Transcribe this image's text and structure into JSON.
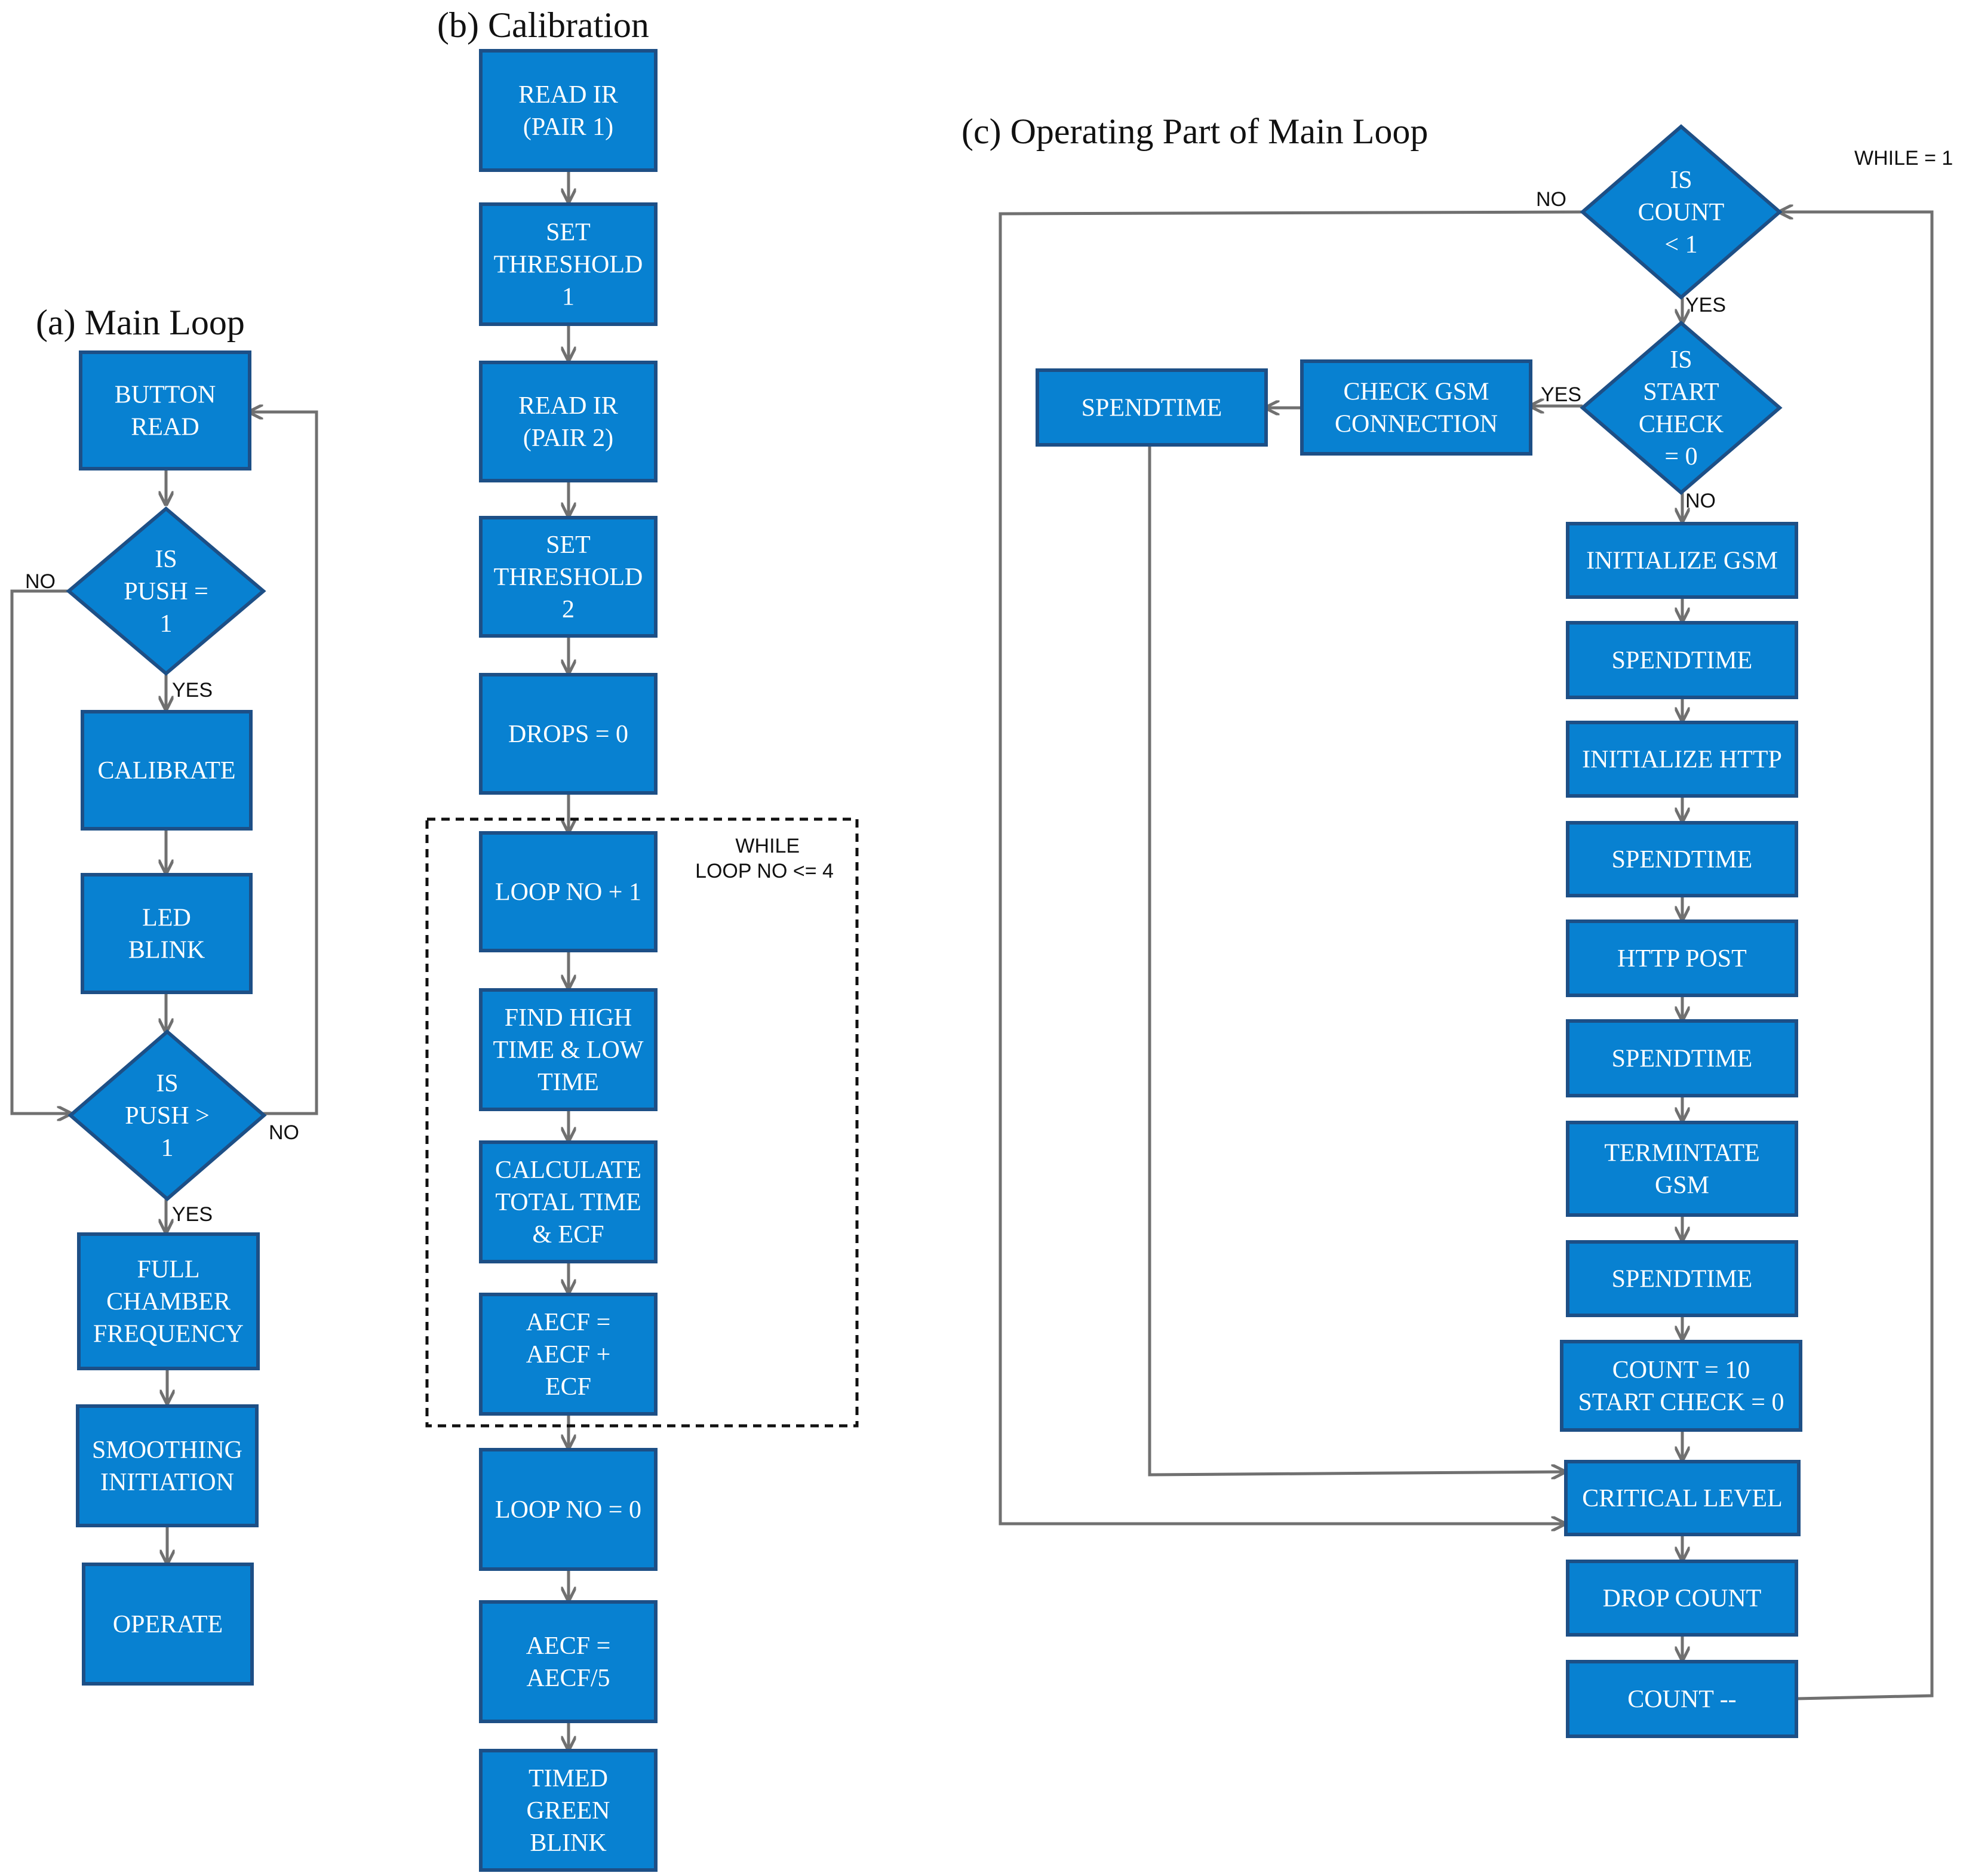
{
  "titles": {
    "a": "(a) Main Loop",
    "b": "(b) Calibration",
    "c": "(c) Operating Part of Main Loop"
  },
  "main_loop": {
    "button_read": [
      "BUTTON",
      "READ"
    ],
    "is_push_eq_1": [
      "IS",
      "PUSH =",
      "1"
    ],
    "calibrate": [
      "CALIBRATE"
    ],
    "led_blink": [
      "LED",
      "BLINK"
    ],
    "is_push_gt_1": [
      "IS",
      "PUSH >",
      "1"
    ],
    "full_chamber_frequency": [
      "FULL",
      "CHAMBER",
      "FREQUENCY"
    ],
    "smoothing_initiation": [
      "SMOOTHING",
      "INITIATION"
    ],
    "operate": [
      "OPERATE"
    ],
    "label_no_1": "NO",
    "label_yes_1": "YES",
    "label_no_2": "NO",
    "label_yes_2": "YES"
  },
  "calibration": {
    "read_ir_1": [
      "READ IR",
      "(PAIR 1)"
    ],
    "set_threshold_1": [
      "SET",
      "THRESHOLD",
      "1"
    ],
    "read_ir_2": [
      "READ IR",
      "(PAIR 2)"
    ],
    "set_threshold_2": [
      "SET",
      "THRESHOLD",
      "2"
    ],
    "drops_0": [
      "DROPS = 0"
    ],
    "loop_no_plus_1": [
      "LOOP NO + 1"
    ],
    "find_high_low": [
      "FIND HIGH",
      "TIME & LOW",
      "TIME"
    ],
    "calc_total": [
      "CALCULATE",
      "TOTAL TIME",
      "& ECF"
    ],
    "aecf_add": [
      "AECF =",
      "AECF +",
      "ECF"
    ],
    "loop_no_0": [
      "LOOP NO = 0"
    ],
    "aecf_div": [
      "AECF =",
      "AECF/5"
    ],
    "timed_green_blink": [
      "TIMED",
      "GREEN",
      "BLINK"
    ],
    "while_label": [
      "WHILE",
      "LOOP NO <= 4"
    ]
  },
  "operating": {
    "is_count_lt_1": [
      "IS",
      "COUNT",
      "< 1"
    ],
    "is_start_check_0": [
      "IS",
      "START",
      "CHECK",
      "= 0"
    ],
    "check_gsm": [
      "CHECK GSM",
      "CONNECTION"
    ],
    "spendtime_side": [
      "SPENDTIME"
    ],
    "initialize_gsm": [
      "INITIALIZE GSM"
    ],
    "spendtime_1": [
      "SPENDTIME"
    ],
    "initialize_http": [
      "INITIALIZE HTTP"
    ],
    "spendtime_2": [
      "SPENDTIME"
    ],
    "http_post": [
      "HTTP POST"
    ],
    "spendtime_3": [
      "SPENDTIME"
    ],
    "terminate_gsm": [
      "TERMINTATE",
      "GSM"
    ],
    "spendtime_4": [
      "SPENDTIME"
    ],
    "count_reset": [
      "COUNT = 10",
      "START CHECK = 0"
    ],
    "critical_level": [
      "CRITICAL LEVEL"
    ],
    "drop_count": [
      "DROP COUNT"
    ],
    "count_dec": [
      "COUNT --"
    ],
    "label_no_top": "NO",
    "label_yes_top": "YES",
    "label_yes_start": "YES",
    "label_no_start": "NO",
    "while_label": "WHILE = 1"
  },
  "colors": {
    "node_fill": "#0881d1",
    "node_border": "#1d4f86",
    "node_text": "#ffffff",
    "connector": "#707070"
  }
}
